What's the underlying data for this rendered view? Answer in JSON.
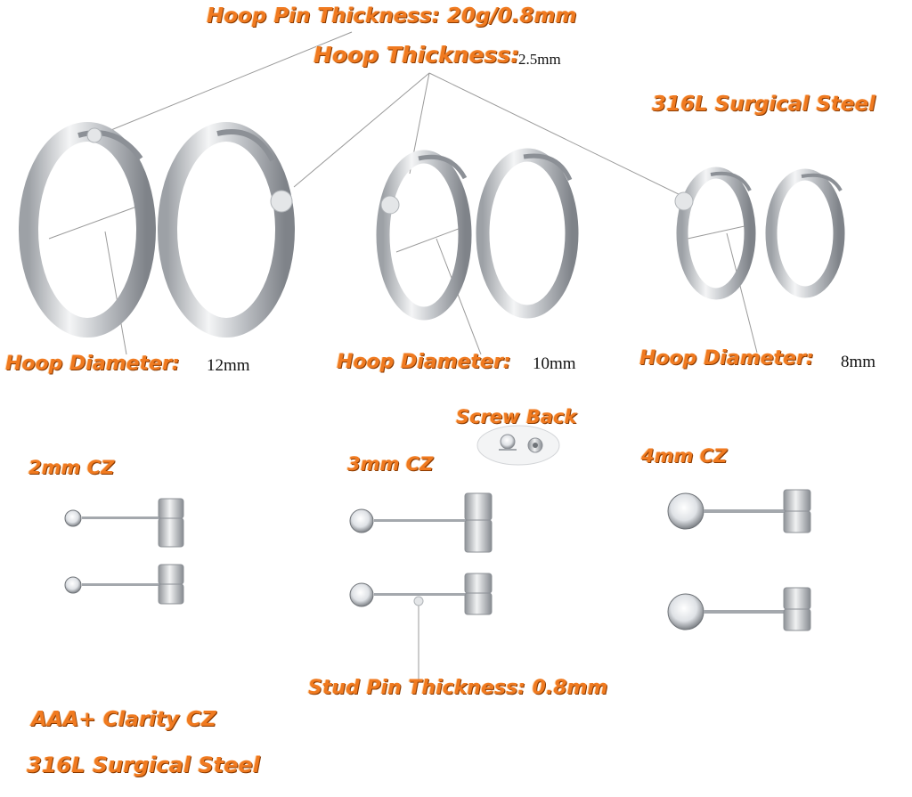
{
  "labels": {
    "hoop_pin_thickness": "Hoop Pin Thickness: 20g/0.8mm",
    "hoop_thickness": "Hoop Thickness:",
    "hoop_thickness_value": "2.5mm",
    "steel_top": "316L Surgical Steel",
    "hoop_diameter": "Hoop Diameter:",
    "diameter_12": "12mm",
    "diameter_10": "10mm",
    "diameter_8": "8mm",
    "screw_back": "Screw Back",
    "cz_2mm": "2mm CZ",
    "cz_3mm": "3mm CZ",
    "cz_4mm": "4mm CZ",
    "stud_pin_thickness": "Stud Pin Thickness: 0.8mm",
    "clarity": "AAA+ Clarity CZ",
    "steel_bottom": "316L Surgical Steel"
  },
  "colors": {
    "label_orange": "#f07a20",
    "steel": "#c8cbcf",
    "steel_dark": "#8c9096",
    "guide_line": "#9a9a9a"
  },
  "icons": [
    "hoop-earring",
    "stud-earring",
    "screw-back"
  ]
}
